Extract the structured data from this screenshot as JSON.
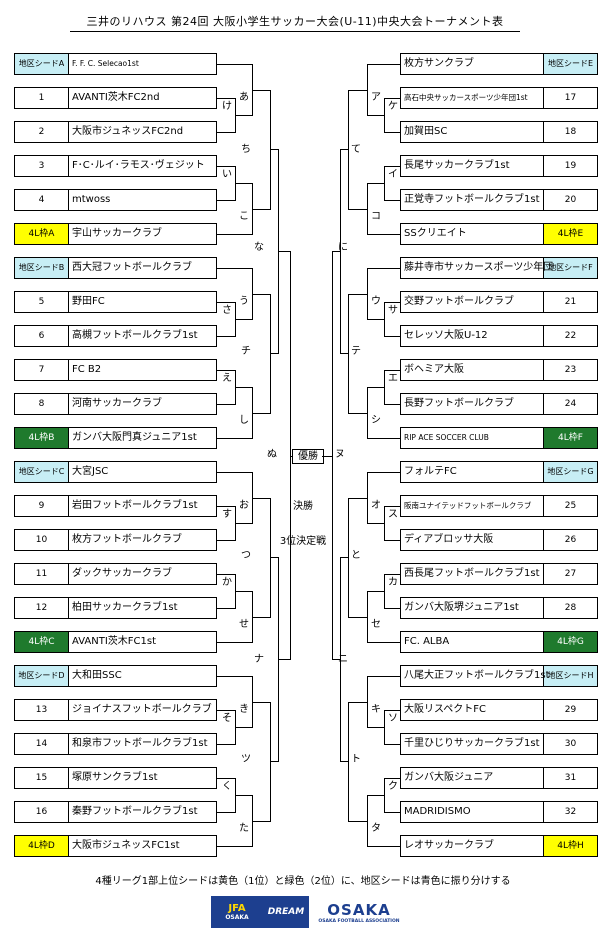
{
  "title": "三井のリハウス 第24回 大阪小学生サッカー大会(U-11)中央大会トーナメント表",
  "left": [
    {
      "seed": "地区シードA",
      "team": "F. F. C. Selecao1st",
      "color": "cyan"
    },
    {
      "seed": "1",
      "team": "AVANTI茨木FC2nd",
      "color": ""
    },
    {
      "seed": "2",
      "team": "大阪市ジュネッスFC2nd",
      "color": ""
    },
    {
      "seed": "3",
      "team": "F･C･ルイ･ラモス･ヴェジット",
      "color": ""
    },
    {
      "seed": "4",
      "team": "mtwoss",
      "color": ""
    },
    {
      "seed": "4L枠A",
      "team": "宇山サッカークラブ",
      "color": "yellow"
    },
    {
      "seed": "地区シードB",
      "team": "西大冠フットボールクラブ",
      "color": "cyan"
    },
    {
      "seed": "5",
      "team": "野田FC",
      "color": ""
    },
    {
      "seed": "6",
      "team": "高槻フットボールクラブ1st",
      "color": ""
    },
    {
      "seed": "7",
      "team": "FC B2",
      "color": ""
    },
    {
      "seed": "8",
      "team": "河南サッカークラブ",
      "color": ""
    },
    {
      "seed": "4L枠B",
      "team": "ガンバ大阪門真ジュニア1st",
      "color": "green"
    },
    {
      "seed": "地区シードC",
      "team": "大宮JSC",
      "color": "cyan"
    },
    {
      "seed": "9",
      "team": "岩田フットボールクラブ1st",
      "color": ""
    },
    {
      "seed": "10",
      "team": "枚方フットボールクラブ",
      "color": ""
    },
    {
      "seed": "11",
      "team": "ダックサッカークラブ",
      "color": ""
    },
    {
      "seed": "12",
      "team": "柏田サッカークラブ1st",
      "color": ""
    },
    {
      "seed": "4L枠C",
      "team": "AVANTI茨木FC1st",
      "color": "green"
    },
    {
      "seed": "地区シードD",
      "team": "大和田SSC",
      "color": "cyan"
    },
    {
      "seed": "13",
      "team": "ジョイナスフットボールクラブ",
      "color": ""
    },
    {
      "seed": "14",
      "team": "和泉市フットボールクラブ1st",
      "color": ""
    },
    {
      "seed": "15",
      "team": "塚原サンクラブ1st",
      "color": ""
    },
    {
      "seed": "16",
      "team": "秦野フットボールクラブ1st",
      "color": ""
    },
    {
      "seed": "4L枠D",
      "team": "大阪市ジュネッスFC1st",
      "color": "yellow"
    }
  ],
  "right": [
    {
      "seed": "地区シードE",
      "team": "枚方サンクラブ",
      "color": "cyan"
    },
    {
      "seed": "17",
      "team": "高石中央サッカースポーツ少年団1st",
      "color": ""
    },
    {
      "seed": "18",
      "team": "加賀田SC",
      "color": ""
    },
    {
      "seed": "19",
      "team": "長尾サッカークラブ1st",
      "color": ""
    },
    {
      "seed": "20",
      "team": "正覚寺フットボールクラブ1st",
      "color": ""
    },
    {
      "seed": "4L枠E",
      "team": "SSクリエイト",
      "color": "yellow"
    },
    {
      "seed": "地区シードF",
      "team": "藤井寺市サッカースポーツ少年団",
      "color": "cyan"
    },
    {
      "seed": "21",
      "team": "交野フットボールクラブ",
      "color": ""
    },
    {
      "seed": "22",
      "team": "セレッソ大阪U-12",
      "color": ""
    },
    {
      "seed": "23",
      "team": "ボヘミア大阪",
      "color": ""
    },
    {
      "seed": "24",
      "team": "長野フットボールクラブ",
      "color": ""
    },
    {
      "seed": "4L枠F",
      "team": "RIP ACE SOCCER CLUB",
      "color": "green"
    },
    {
      "seed": "地区シードG",
      "team": "フォルテFC",
      "color": "cyan"
    },
    {
      "seed": "25",
      "team": "阪南ユナイテッドフットボールクラブ",
      "color": ""
    },
    {
      "seed": "26",
      "team": "ディアブロッサ大阪",
      "color": ""
    },
    {
      "seed": "27",
      "team": "西長尾フットボールクラブ1st",
      "color": ""
    },
    {
      "seed": "28",
      "team": "ガンバ大阪堺ジュニア1st",
      "color": ""
    },
    {
      "seed": "4L枠G",
      "team": "FC. ALBA",
      "color": "green"
    },
    {
      "seed": "地区シードH",
      "team": "八尾大正フットボールクラブ1st",
      "color": "cyan"
    },
    {
      "seed": "29",
      "team": "大阪リスペクトFC",
      "color": ""
    },
    {
      "seed": "30",
      "team": "千里ひじりサッカークラブ1st",
      "color": ""
    },
    {
      "seed": "31",
      "team": "ガンバ大阪ジュニア",
      "color": ""
    },
    {
      "seed": "32",
      "team": "MADRIDISMO",
      "color": ""
    },
    {
      "seed": "4L枠H",
      "team": "レオサッカークラブ",
      "color": "yellow"
    }
  ],
  "left_labels": {
    "r1": [
      "け",
      "あ",
      "い",
      "こ",
      "さ",
      "う",
      "え",
      "し",
      "す",
      "お",
      "か",
      "せ",
      "そ",
      "き",
      "く",
      "た"
    ],
    "r2": [
      "ち",
      "な",
      "チ",
      "ぬ",
      "つ",
      "ナ",
      "ツ"
    ]
  },
  "right_labels": {
    "r1": [
      "ケ",
      "ア",
      "イ",
      "コ",
      "サ",
      "ウ",
      "エ",
      "シ",
      "ス",
      "オ",
      "カ",
      "セ",
      "ソ",
      "キ",
      "ク",
      "タ"
    ],
    "r2": [
      "て",
      "に",
      "テ",
      "ヌ",
      "と",
      "ニ",
      "ト"
    ]
  },
  "center": {
    "winner": "優勝",
    "final": "決勝",
    "third": "3位決定戦"
  },
  "footer": "4種リーグ1部上位シードは黄色（1位）と緑色（2位）に、地区シードは青色に振り分けする",
  "logos": {
    "jfa": "JFA",
    "jfa_sub": "OSAKA",
    "dream": "DREAM",
    "osaka": "OSAKA",
    "osaka_sub": "OSAKA FOOTBALL ASSOCIATION"
  },
  "colors": {
    "cyan": "#c7eef5",
    "yellow": "#ffff00",
    "green": "#1f7a2d"
  }
}
